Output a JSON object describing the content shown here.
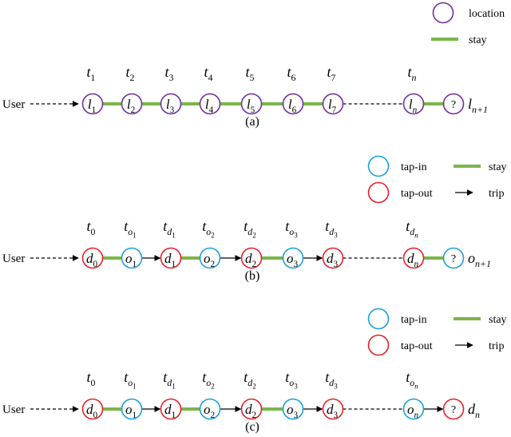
{
  "colors": {
    "location": "#7030a0",
    "tap_in": "#1aa0dc",
    "tap_out": "#e8202a",
    "stay": "#7ab648",
    "trip": "#000000",
    "dashed": "#000000"
  },
  "panels": [
    {
      "caption": "(a)",
      "user_label": "User",
      "legend": [
        {
          "kind": "circle",
          "color_key": "location",
          "label": "location"
        },
        {
          "kind": "stay",
          "color_key": "stay",
          "label": "stay"
        }
      ],
      "nodes": [
        {
          "type": "location",
          "var": "l",
          "sub": "1",
          "time_base": "t",
          "time_sub": "1",
          "time_subsub": ""
        },
        {
          "type": "location",
          "var": "l",
          "sub": "2",
          "time_base": "t",
          "time_sub": "2",
          "time_subsub": ""
        },
        {
          "type": "location",
          "var": "l",
          "sub": "3",
          "time_base": "t",
          "time_sub": "3",
          "time_subsub": ""
        },
        {
          "type": "location",
          "var": "l",
          "sub": "4",
          "time_base": "t",
          "time_sub": "4",
          "time_subsub": ""
        },
        {
          "type": "location",
          "var": "l",
          "sub": "5",
          "time_base": "t",
          "time_sub": "5",
          "time_subsub": ""
        },
        {
          "type": "location",
          "var": "l",
          "sub": "6",
          "time_base": "t",
          "time_sub": "6",
          "time_subsub": ""
        },
        {
          "type": "location",
          "var": "l",
          "sub": "7",
          "time_base": "t",
          "time_sub": "7",
          "time_subsub": ""
        },
        {
          "type": "location",
          "var": "l",
          "sub": "n",
          "time_base": "t",
          "time_sub": "n",
          "time_subsub": ""
        },
        {
          "type": "location",
          "var": "?",
          "sub": "",
          "time_base": "",
          "time_sub": "",
          "time_subsub": ""
        }
      ],
      "links": [
        "stay",
        "stay",
        "stay",
        "stay",
        "stay",
        "stay",
        "gap",
        "stay"
      ],
      "tail": {
        "var": "l",
        "sub": "n+1"
      }
    },
    {
      "caption": "(b)",
      "user_label": "User",
      "legend": [
        {
          "kind": "circle",
          "color_key": "tap_in",
          "label": "tap-in"
        },
        {
          "kind": "stay",
          "color_key": "stay",
          "label": "stay"
        },
        {
          "kind": "circle",
          "color_key": "tap_out",
          "label": "tap-out"
        },
        {
          "kind": "trip",
          "color_key": "trip",
          "label": "trip"
        }
      ],
      "nodes": [
        {
          "type": "tap_out",
          "var": "d",
          "sub": "0",
          "time_base": "t",
          "time_sub": "0",
          "time_subsub": ""
        },
        {
          "type": "tap_in",
          "var": "o",
          "sub": "1",
          "time_base": "t",
          "time_sub": "o",
          "time_subsub": "1"
        },
        {
          "type": "tap_out",
          "var": "d",
          "sub": "1",
          "time_base": "t",
          "time_sub": "d",
          "time_subsub": "1"
        },
        {
          "type": "tap_in",
          "var": "o",
          "sub": "2",
          "time_base": "t",
          "time_sub": "o",
          "time_subsub": "2"
        },
        {
          "type": "tap_out",
          "var": "d",
          "sub": "2",
          "time_base": "t",
          "time_sub": "d",
          "time_subsub": "2"
        },
        {
          "type": "tap_in",
          "var": "o",
          "sub": "3",
          "time_base": "t",
          "time_sub": "o",
          "time_subsub": "3"
        },
        {
          "type": "tap_out",
          "var": "d",
          "sub": "3",
          "time_base": "t",
          "time_sub": "d",
          "time_subsub": "3"
        },
        {
          "type": "tap_out",
          "var": "d",
          "sub": "n",
          "time_base": "t",
          "time_sub": "d",
          "time_subsub": "n"
        },
        {
          "type": "tap_in",
          "var": "?",
          "sub": "",
          "time_base": "",
          "time_sub": "",
          "time_subsub": ""
        }
      ],
      "links": [
        "stay",
        "trip",
        "stay",
        "trip",
        "stay",
        "trip",
        "gap",
        "stay"
      ],
      "tail": {
        "var": "o",
        "sub": "n+1"
      }
    },
    {
      "caption": "(c)",
      "user_label": "User",
      "legend": [
        {
          "kind": "circle",
          "color_key": "tap_in",
          "label": "tap-in"
        },
        {
          "kind": "stay",
          "color_key": "stay",
          "label": "stay"
        },
        {
          "kind": "circle",
          "color_key": "tap_out",
          "label": "tap-out"
        },
        {
          "kind": "trip",
          "color_key": "trip",
          "label": "trip"
        }
      ],
      "nodes": [
        {
          "type": "tap_out",
          "var": "d",
          "sub": "0",
          "time_base": "t",
          "time_sub": "0",
          "time_subsub": ""
        },
        {
          "type": "tap_in",
          "var": "o",
          "sub": "1",
          "time_base": "t",
          "time_sub": "o",
          "time_subsub": "1"
        },
        {
          "type": "tap_out",
          "var": "d",
          "sub": "1",
          "time_base": "t",
          "time_sub": "d",
          "time_subsub": "1"
        },
        {
          "type": "tap_in",
          "var": "o",
          "sub": "2",
          "time_base": "t",
          "time_sub": "o",
          "time_subsub": "2"
        },
        {
          "type": "tap_out",
          "var": "d",
          "sub": "2",
          "time_base": "t",
          "time_sub": "d",
          "time_subsub": "2"
        },
        {
          "type": "tap_in",
          "var": "o",
          "sub": "3",
          "time_base": "t",
          "time_sub": "o",
          "time_subsub": "3"
        },
        {
          "type": "tap_out",
          "var": "d",
          "sub": "3",
          "time_base": "t",
          "time_sub": "d",
          "time_subsub": "3"
        },
        {
          "type": "tap_in",
          "var": "o",
          "sub": "n",
          "time_base": "t",
          "time_sub": "o",
          "time_subsub": "n"
        },
        {
          "type": "tap_out",
          "var": "?",
          "sub": "",
          "time_base": "",
          "time_sub": "",
          "time_subsub": ""
        }
      ],
      "links": [
        "stay",
        "trip",
        "stay",
        "trip",
        "stay",
        "trip",
        "gap",
        "trip"
      ],
      "tail": {
        "var": "d",
        "sub": "n"
      }
    }
  ]
}
